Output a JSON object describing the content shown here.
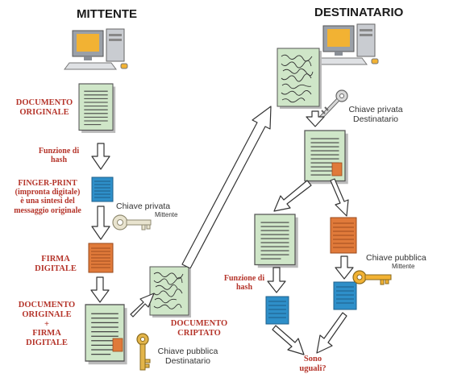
{
  "sender": {
    "title": "MITTENTE",
    "original_doc": [
      "DOCUMENTO",
      "ORIGINALE"
    ],
    "hash_function": [
      "Funzione di",
      "hash"
    ],
    "fingerprint": [
      "FINGER-PRINT",
      "(impronta digitale)",
      "è una sintesi del",
      "messaggio originale"
    ],
    "private_key": {
      "label": "Chiave privata",
      "owner": "Mittente"
    },
    "signature": [
      "FIRMA",
      "DIGITALE"
    ],
    "doc_plus_sig": [
      "DOCUMENTO",
      "ORIGINALE",
      "+",
      "FIRMA",
      "DIGITALE"
    ],
    "encrypted_doc": [
      "DOCUMENTO",
      "CRIPTATO"
    ],
    "public_key": {
      "label": "Chiave pubblica",
      "owner": "Destinatario"
    }
  },
  "receiver": {
    "title": "DESTINATARIO",
    "private_key": {
      "label": "Chiave privata",
      "owner": "Destinatario"
    },
    "hash_function": [
      "Funzione di",
      "hash"
    ],
    "public_key": {
      "label": "Chiave pubblica",
      "owner": "Mittente"
    },
    "compare": [
      "Sono",
      "uguali?"
    ]
  },
  "colors": {
    "label_red": "#b5342a",
    "doc_green": "#cfe6c8",
    "hash_blue": "#2e8fc9",
    "signature_orange": "#e07a3a",
    "arrow_stroke": "#333333"
  }
}
